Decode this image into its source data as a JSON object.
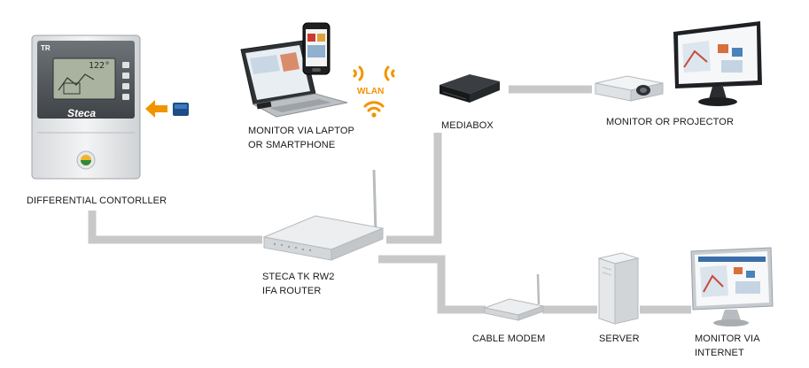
{
  "labels": {
    "controller": "DIFFERENTIAL CONTORLLER",
    "laptop_line1": "MONITOR VIA LAPTOP",
    "laptop_line2": "OR SMARTPHONE",
    "wlan": "WLAN",
    "mediabox": "MEDIABOX",
    "monitor_projector": "MONITOR OR PROJECTOR",
    "router_line1": "STECA TK RW2",
    "router_line2": "IFA ROUTER",
    "cable_modem": "CABLE MODEM",
    "server": "SERVER",
    "monitor_internet_line1": "MONITOR VIA",
    "monitor_internet_line2": "INTERNET"
  },
  "controller_display": {
    "brand": "Steca",
    "reading": "122°",
    "model_tag": "TR"
  },
  "colors": {
    "connector": "#c8c8c8",
    "wifi": "#f29400",
    "arrow": "#f29400",
    "background": "#ffffff"
  },
  "icons": {
    "controller": "differential-controller-device",
    "sd_card": "sd-card-icon",
    "arrow": "arrow-left-icon",
    "laptop": "laptop-icon",
    "smartphone": "smartphone-icon",
    "wifi": "wifi-icon",
    "mediabox": "mediabox-icon",
    "projector": "projector-icon",
    "monitor": "monitor-icon",
    "router": "router-icon",
    "modem": "cable-modem-icon",
    "server": "server-icon"
  }
}
